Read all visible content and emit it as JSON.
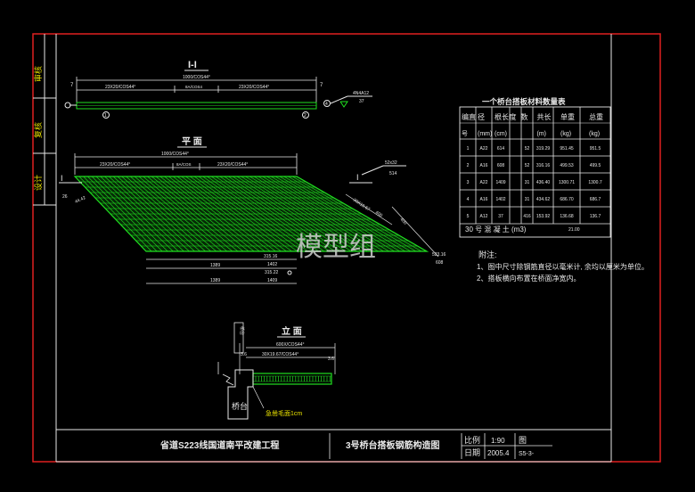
{
  "sidebar": {
    "checker": "审核",
    "reviewer": "复核",
    "designer": "设计"
  },
  "section_1": {
    "title": "I-I",
    "top_dim": "1000/COS44°",
    "left_dim": "23X20/COS44°",
    "mid_dim": "8A/COS4",
    "right_dim": "23X20/COS44°",
    "end_marks": [
      "7",
      "7"
    ],
    "rebar_callout": "4N4A12",
    "rebar_callout_sub": "37",
    "bubbles": [
      "1",
      "2",
      "4"
    ]
  },
  "plan": {
    "title": "平 面",
    "top_dim": "1000/COS44°",
    "left_dim": "23X20/COS44°",
    "mid_dim": "8A/COS",
    "right_dim": "23X20/COS44°",
    "section_mark_left": "I",
    "section_mark_right": "I",
    "right_label_1": "52x32",
    "right_label_2": "514",
    "right_side_dims": [
      "400",
      "30X19.67"
    ],
    "far_right_dims": [
      "523.16",
      "608"
    ],
    "left_small_dims": [
      "44.42",
      "26"
    ],
    "bottom_dim_1a": "315.16",
    "bottom_dim_1b": "1402",
    "bottom_dim_2a": "1389",
    "bottom_dim_2b": "315.22",
    "bottom_dim_2c": "1409",
    "bottom_dim_3": "1389"
  },
  "elevation": {
    "title": "立 面",
    "top_dim": "600X/COS44°",
    "mid_dim": "30X19.67/COS44°",
    "side_dims": [
      "3.6",
      "3.6"
    ],
    "vertical_label": "桥台",
    "abutment_label": "桥台",
    "note_label": "急凿毛面1cm"
  },
  "material_table": {
    "title": "一个桥台搭板材料数量表",
    "headers": [
      [
        "编直",
        "号"
      ],
      [
        "径",
        "(mm)"
      ],
      [
        "根长",
        "(cm)"
      ],
      [
        "度",
        ""
      ],
      [
        "数",
        ""
      ],
      [
        "共长",
        "(m)"
      ],
      [
        "单重",
        "(kg)"
      ],
      [
        "总重",
        "(kg)"
      ]
    ],
    "rows": [
      [
        "1",
        "A22",
        "614",
        "52",
        "319.29",
        "951.45",
        "951.5"
      ],
      [
        "2",
        "A16",
        "608",
        "52",
        "316.16",
        "499.53",
        "499.5"
      ],
      [
        "3",
        "A22",
        "1409",
        "31",
        "436.40",
        "1300.71",
        "1300.7"
      ],
      [
        "4",
        "A16",
        "1402",
        "31",
        "434.62",
        "686.70",
        "686.7"
      ],
      [
        "5",
        "A12",
        "37",
        "416",
        "153.92",
        "136.68",
        "136.7"
      ]
    ],
    "footer_label": "30 号 混 凝 土 (m3)",
    "footer_value": "21.00"
  },
  "notes": {
    "title": "附注:",
    "items": [
      "1、图中尺寸除钢筋直径以毫米计, 余均以厘米为单位。",
      "2、搭板横向布置在桥面净宽内。"
    ]
  },
  "title_block": {
    "project": "省道S223线国道南平改建工程",
    "drawing": "3号桥台搭板钢筋构造图",
    "scale_label": "比例",
    "scale_value": "1:90",
    "date_label": "日期",
    "date_value": "2005.4",
    "fig_label": "图",
    "fig_value": "S5-3-"
  },
  "watermark": "模型组",
  "colors": {
    "frame_red": "#e02020",
    "rebar_green": "#20e020",
    "line_white": "#e8e8e8",
    "text_yellow": "#e8e000",
    "background": "#000000"
  }
}
